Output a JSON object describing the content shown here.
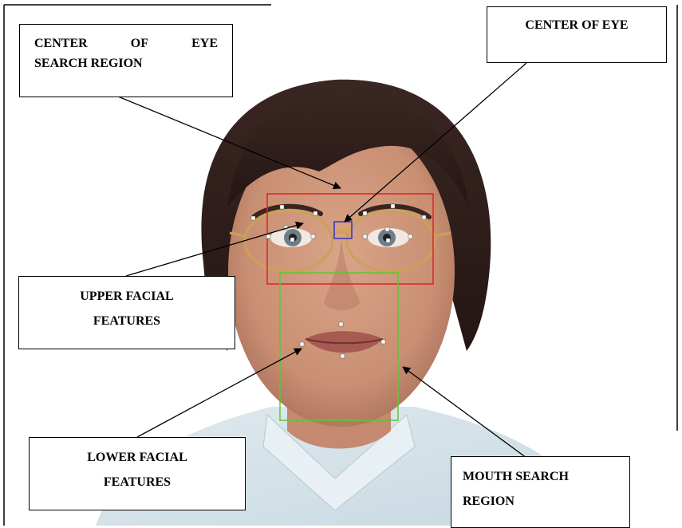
{
  "colors": {
    "eye_search_region": "#e0202a",
    "eye_center_box": "#3a2fc0",
    "mouth_search_region": "#5ac832",
    "feature_points": "#ffffff",
    "arrows": "#000000",
    "label_border": "#000000"
  },
  "labels": {
    "center_eye_search_region": {
      "line1_words": [
        "CENTER",
        "OF",
        "EYE"
      ],
      "line2": "SEARCH REGION"
    },
    "center_of_eye": {
      "line1": "CENTER OF EYE"
    },
    "upper_facial_features": {
      "line1": "UPPER FACIAL",
      "line2": "FEATURES"
    },
    "lower_facial_features": {
      "line1": "LOWER FACIAL",
      "line2": "FEATURES"
    },
    "mouth_search_region": {
      "line1": "MOUTH SEARCH",
      "line2": "REGION"
    }
  }
}
